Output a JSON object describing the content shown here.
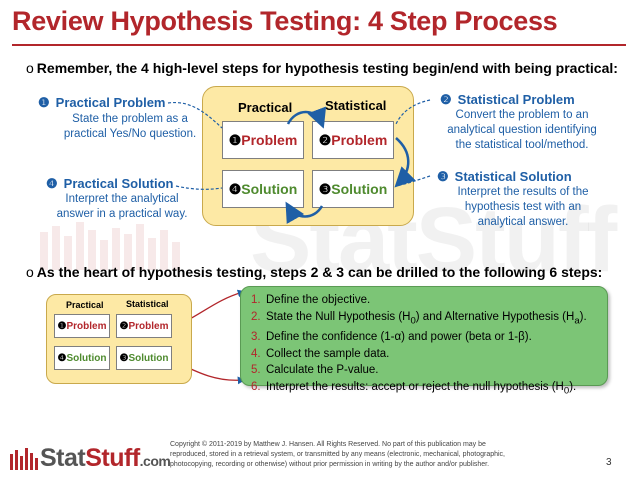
{
  "title": "Review Hypothesis Testing: 4 Step Process",
  "bullet_marker": "o",
  "bullet1": "Remember, the 4 high-level steps for hypothesis testing begin/end with being practical:",
  "bullet2": "As the heart of hypothesis testing, steps 2 & 3 can be drilled to the following 6 steps:",
  "diagram": {
    "col_practical": "Practical",
    "col_statistical": "Statistical",
    "cells": [
      {
        "num": "❶",
        "label": "Problem"
      },
      {
        "num": "❷",
        "label": "Problem"
      },
      {
        "num": "❹",
        "label": "Solution"
      },
      {
        "num": "❸",
        "label": "Solution"
      }
    ]
  },
  "side": {
    "s1": {
      "num": "❶",
      "head": "Practical Problem",
      "body_l1": "State the problem as a",
      "body_l2": "practical Yes/No question."
    },
    "s2": {
      "num": "❷",
      "head": "Statistical Problem",
      "body_l1": "Convert the problem to an",
      "body_l2": "analytical question identifying",
      "body_l3": "the statistical tool/method."
    },
    "s3": {
      "num": "❸",
      "head": "Statistical Solution",
      "body_l1": "Interpret the results of the",
      "body_l2": "hypothesis test with an",
      "body_l3": "analytical answer."
    },
    "s4": {
      "num": "❹",
      "head": "Practical Solution",
      "body_l1": "Interpret the analytical",
      "body_l2": "answer in a practical way."
    }
  },
  "steps": [
    {
      "n": "1.",
      "pre": "Define the objective.",
      "parts": []
    },
    {
      "n": "2.",
      "pre": "State the Null Hypothesis (H",
      "sub1": "0",
      "mid": ") and Alternative Hypothesis (H",
      "sub2": "a",
      "post": ")."
    },
    {
      "n": "3.",
      "pre": "Define the confidence (1-α) and power (beta or 1-β)."
    },
    {
      "n": "4.",
      "pre": "Collect the sample data."
    },
    {
      "n": "5.",
      "pre": "Calculate the P-value."
    },
    {
      "n": "6.",
      "pre": "Interpret the results: accept or reject the null hypothesis (H",
      "sub1": "0",
      "post": ")."
    }
  ],
  "watermark": "StatStuff",
  "footer": {
    "logo_a": "Stat",
    "logo_b": "Stuff",
    "logo_c": ".com",
    "copyright_l1": "Copyright © 2011-2019 by Matthew  J. Hansen.  All Rights Reserved.  No part of this publication may be",
    "copyright_l2": "reproduced, stored in a retrieval system, or transmitted by any means  (electronic, mechanical, photographic,",
    "copyright_l3": "photocopying, recording or otherwise) without prior permission in writing by the author and/or publisher.",
    "page": "3"
  },
  "colors": {
    "accent_red": "#b2262b",
    "blue": "#1f5fa6",
    "green_text": "#4e8a2e",
    "yellow_box": "#fde9a5",
    "green_box": "#7cc576"
  }
}
